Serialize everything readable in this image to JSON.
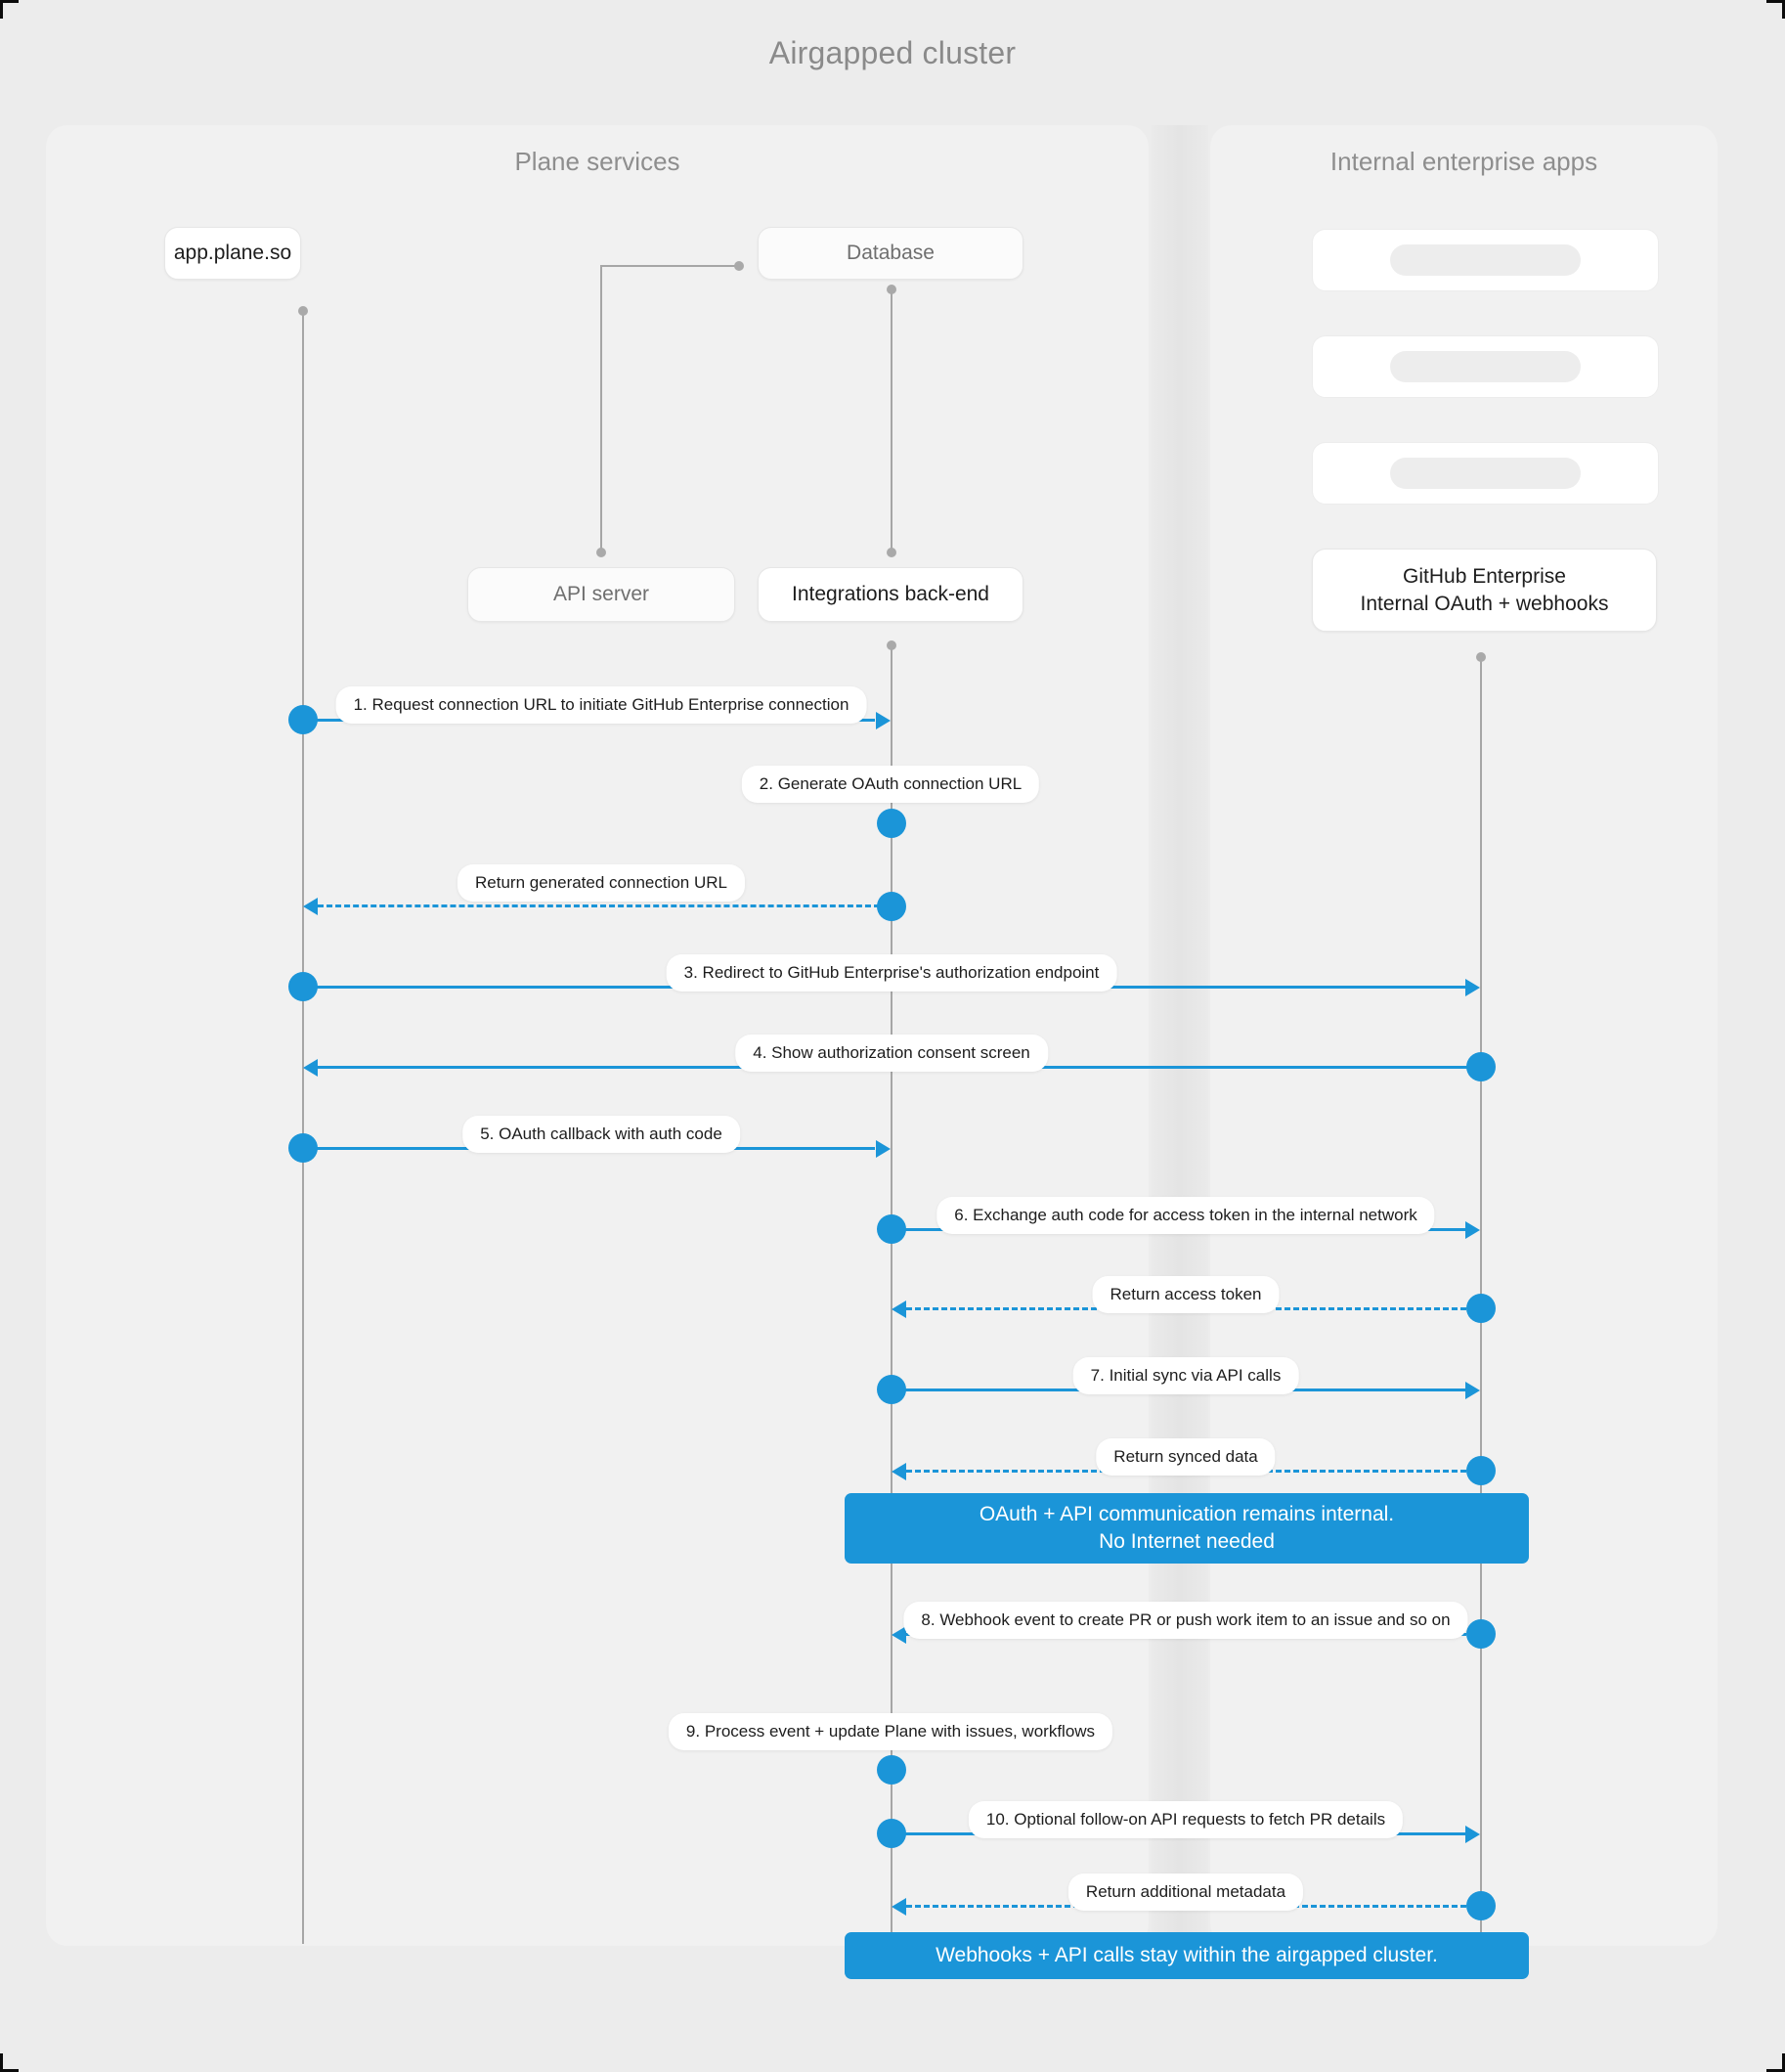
{
  "diagram": {
    "title": "Airgapped cluster",
    "type": "sequence",
    "accent_color": "#1b95d8",
    "background_color": "#ececec",
    "panel_color": "#f1f1f1"
  },
  "panels": [
    {
      "id": "plane",
      "title": "Plane services"
    },
    {
      "id": "enterprise",
      "title": "Internal enterprise apps"
    }
  ],
  "nodes": {
    "app_plane": "app.plane.so",
    "database": "Database",
    "api_server": "API server",
    "integrations_backend": "Integrations back-end",
    "github_enterprise_line1": "GitHub Enterprise",
    "github_enterprise_line2": "Internal OAuth + webhooks"
  },
  "enterprise_placeholders": [
    {
      "label": ""
    },
    {
      "label": ""
    },
    {
      "label": ""
    }
  ],
  "messages": [
    {
      "n": "1",
      "label": "1. Request connection URL to initiate GitHub Enterprise connection",
      "from": "app_plane",
      "to": "integrations_backend",
      "style": "solid",
      "dir": "right"
    },
    {
      "n": "2",
      "label": "2. Generate OAuth connection URL",
      "from": "integrations_backend",
      "to": "integrations_backend",
      "style": "self",
      "dir": "self"
    },
    {
      "n": "",
      "label": "Return generated connection URL",
      "from": "integrations_backend",
      "to": "app_plane",
      "style": "dashed",
      "dir": "left"
    },
    {
      "n": "3",
      "label": "3. Redirect to GitHub Enterprise's authorization endpoint",
      "from": "app_plane",
      "to": "github_enterprise",
      "style": "solid",
      "dir": "right"
    },
    {
      "n": "4",
      "label": "4. Show authorization consent screen",
      "from": "github_enterprise",
      "to": "app_plane",
      "style": "solid",
      "dir": "left"
    },
    {
      "n": "5",
      "label": "5. OAuth callback with auth code",
      "from": "app_plane",
      "to": "integrations_backend",
      "style": "solid",
      "dir": "right"
    },
    {
      "n": "6",
      "label": "6. Exchange auth code for access token in the internal network",
      "from": "integrations_backend",
      "to": "github_enterprise",
      "style": "solid",
      "dir": "right"
    },
    {
      "n": "",
      "label": "Return access token",
      "from": "github_enterprise",
      "to": "integrations_backend",
      "style": "dashed",
      "dir": "left"
    },
    {
      "n": "7",
      "label": "7. Initial sync via API calls",
      "from": "integrations_backend",
      "to": "github_enterprise",
      "style": "solid",
      "dir": "right"
    },
    {
      "n": "",
      "label": "Return synced data",
      "from": "github_enterprise",
      "to": "integrations_backend",
      "style": "dashed",
      "dir": "left"
    },
    {
      "n": "8",
      "label": "8. Webhook event to create PR  or push work item to an issue  and so on",
      "from": "github_enterprise",
      "to": "integrations_backend",
      "style": "solid",
      "dir": "left"
    },
    {
      "n": "9",
      "label": "9. Process event + update Plane with issues, workflows",
      "from": "integrations_backend",
      "to": "integrations_backend",
      "style": "self",
      "dir": "self"
    },
    {
      "n": "10",
      "label": "10. Optional follow-on API requests to fetch PR details",
      "from": "integrations_backend",
      "to": "github_enterprise",
      "style": "solid",
      "dir": "right"
    },
    {
      "n": "",
      "label": "Return additional metadata",
      "from": "github_enterprise",
      "to": "integrations_backend",
      "style": "dashed",
      "dir": "left"
    }
  ],
  "notes": [
    {
      "id": "note-internal",
      "line1": "OAuth + API communication remains internal.",
      "line2": "No Internet needed"
    },
    {
      "id": "note-airgapped",
      "line1": "Webhooks + API calls stay within the airgapped cluster.",
      "line2": ""
    }
  ]
}
